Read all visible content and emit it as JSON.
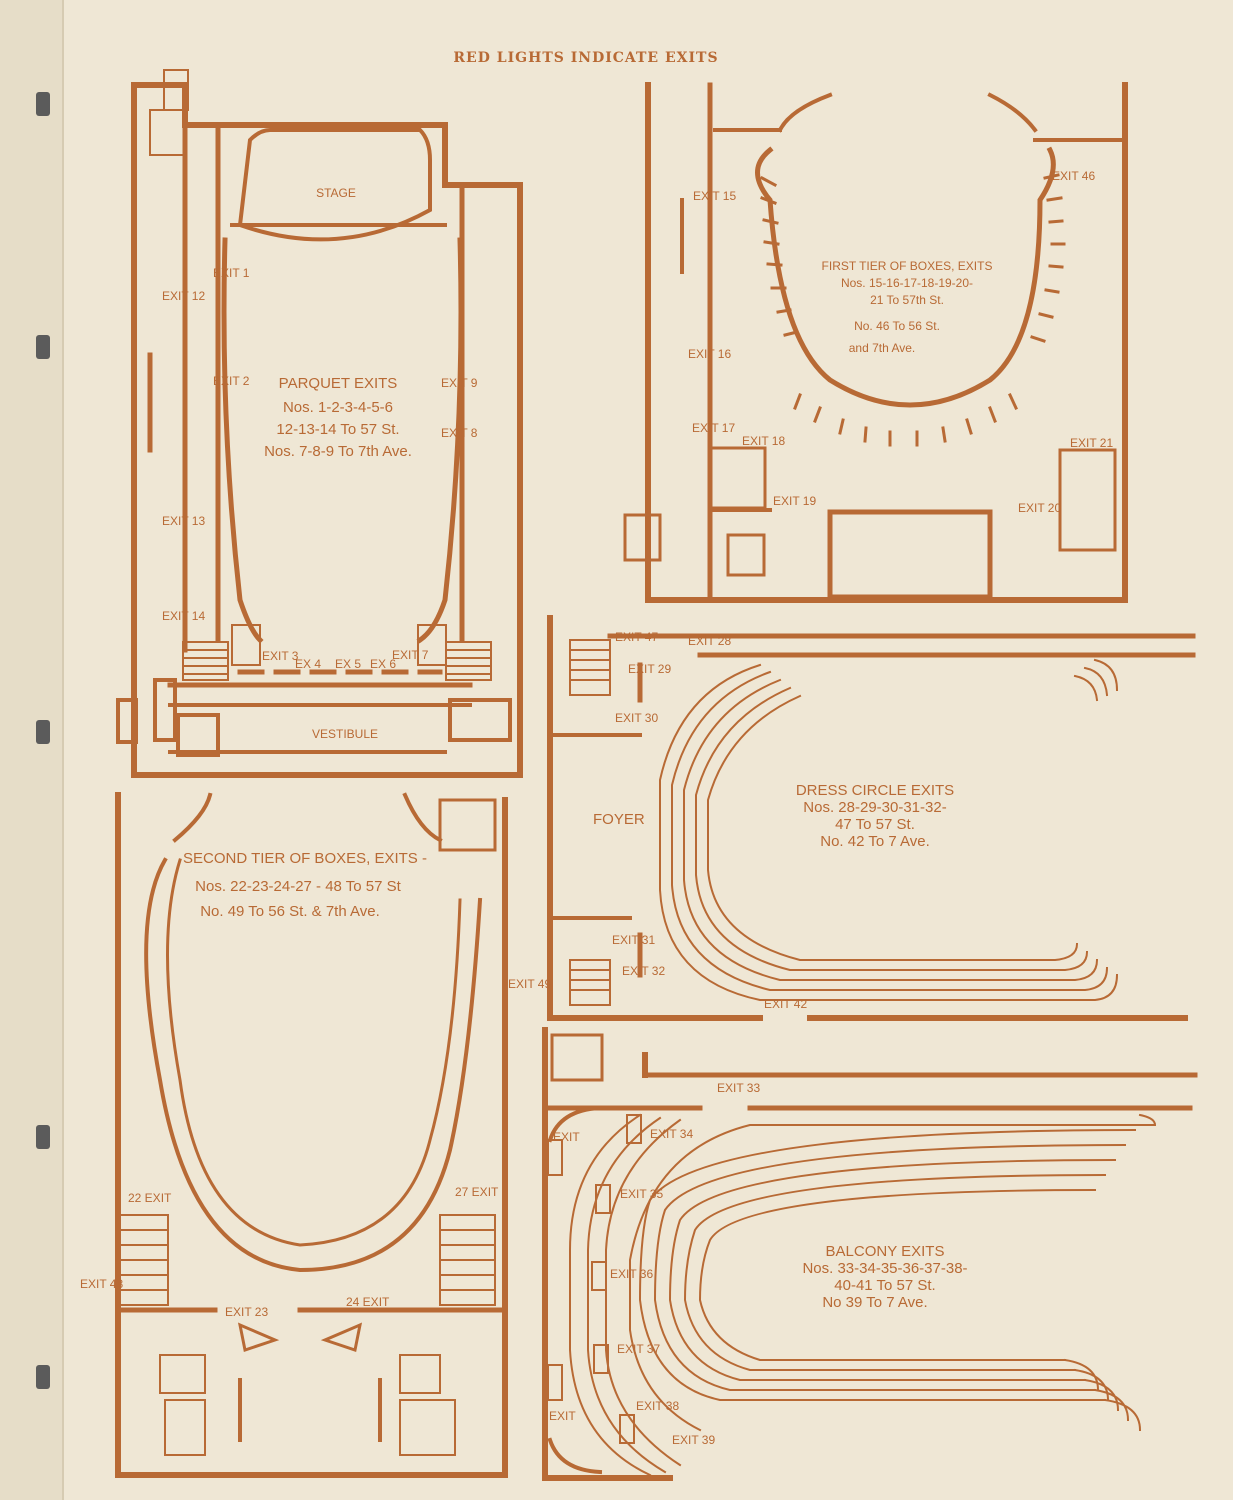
{
  "colors": {
    "ink": "#b86a35",
    "paper": "#efe7d5",
    "spine": "#e6ddc8",
    "staple": "#5b5b5b"
  },
  "header": "RED LIGHTS INDICATE EXITS",
  "parquet": {
    "stage": "STAGE",
    "vestibule": "VESTIBULE",
    "legend": [
      "PARQUET EXITS",
      "Nos. 1-2-3-4-5-6",
      "12-13-14 To 57 St.",
      "Nos. 7-8-9 To 7th Ave."
    ],
    "exits": [
      "EXIT 1",
      "EXIT 2",
      "EXIT 12",
      "EXIT 13",
      "EXIT 14",
      "EXIT 9",
      "EXIT 8",
      "EXIT 3",
      "EX 4",
      "EX 5",
      "EX 6",
      "EXIT 7"
    ]
  },
  "first_tier": {
    "legend": [
      "FIRST TIER OF BOXES, EXITS",
      "Nos. 15-16-17-18-19-20-",
      "21 To 57th St.",
      "No. 46 To 56 St.",
      "and 7th Ave."
    ],
    "exits": [
      "EXIT 15",
      "EXIT 16",
      "EXIT 17",
      "EXIT 18",
      "EXIT 19",
      "EXIT 46",
      "EXIT 21",
      "EXIT 20"
    ]
  },
  "second_tier": {
    "legend": [
      "SECOND TIER OF BOXES, EXITS -",
      "Nos. 22-23-24-27 - 48 To 57 St",
      "No. 49 To 56 St. & 7th Ave."
    ],
    "exits": [
      "22 EXIT",
      "27 EXIT",
      "EXIT 48",
      "EXIT 23",
      "24 EXIT",
      "EXIT 49"
    ]
  },
  "dress_circle": {
    "foyer": "FOYER",
    "legend": [
      "DRESS CIRCLE EXITS",
      "Nos. 28-29-30-31-32-",
      "47 To 57 St.",
      "No. 42 To 7 Ave."
    ],
    "exits": [
      "EXIT 47",
      "EXIT 28",
      "EXIT 29",
      "EXIT 30",
      "EXIT 31",
      "EXIT 32",
      "EXIT 42"
    ]
  },
  "balcony": {
    "legend": [
      "BALCONY EXITS",
      "Nos. 33-34-35-36-37-38-",
      "40-41 To 57 St.",
      "No 39 To 7 Ave."
    ],
    "exits": [
      "EXIT 33",
      "EXIT 34",
      "EXIT 35",
      "EXIT 36",
      "EXIT 37",
      "EXIT 38",
      "EXIT 39",
      "EXIT",
      "EXIT"
    ]
  }
}
